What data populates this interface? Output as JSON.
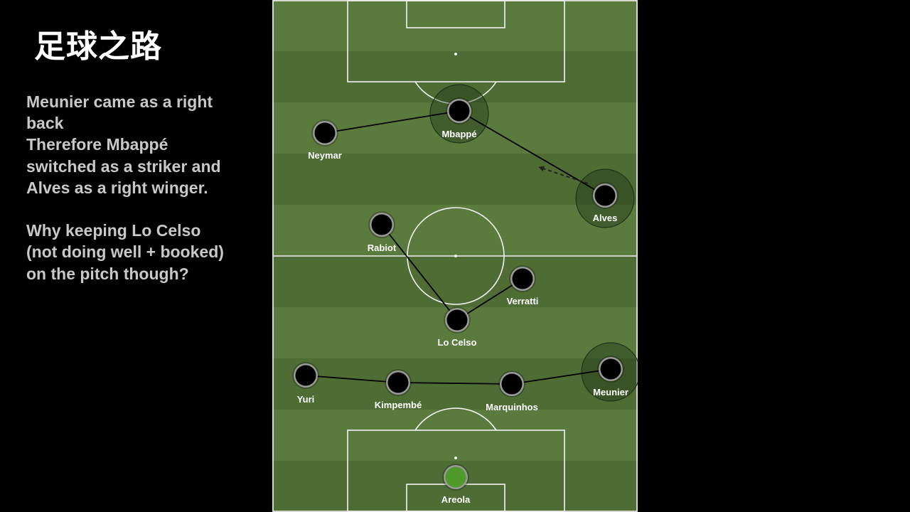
{
  "brand_title": "足球之路",
  "commentary": {
    "lines": [
      "Meunier came as a right",
      "back",
      "Therefore Mbappé",
      "switched as a striker and",
      "Alves as a right winger.",
      "",
      "Why keeping Lo Celso",
      "(not doing well + booked)",
      "on the pitch though?"
    ]
  },
  "colors": {
    "background": "#000000",
    "pitch_light": "#5b7a3e",
    "pitch_dark": "#4f6c35",
    "pitch_lines": "#f2f2f2",
    "player_fill": "#000000",
    "player_ring": "#9a9a9a",
    "goalkeeper_fill": "#4f9a2a",
    "highlight_ring": "#1f3318",
    "connector": "#000000",
    "commentary_text": "#c8c8c8"
  },
  "players": [
    {
      "id": "mbappe",
      "name": "Mbappé",
      "highlighted": true
    },
    {
      "id": "neymar",
      "name": "Neymar",
      "highlighted": false
    },
    {
      "id": "alves",
      "name": "Alves",
      "highlighted": true
    },
    {
      "id": "rabiot",
      "name": "Rabiot",
      "highlighted": false
    },
    {
      "id": "verratti",
      "name": "Verratti",
      "highlighted": false
    },
    {
      "id": "lo-celso",
      "name": "Lo Celso",
      "highlighted": false
    },
    {
      "id": "yuri",
      "name": "Yuri",
      "highlighted": false
    },
    {
      "id": "kimpembe",
      "name": "Kimpembé",
      "highlighted": false
    },
    {
      "id": "marquinhos",
      "name": "Marquinhos",
      "highlighted": false
    },
    {
      "id": "meunier",
      "name": "Meunier",
      "highlighted": true
    },
    {
      "id": "areola",
      "name": "Areola",
      "highlighted": false,
      "goalkeeper": true
    }
  ],
  "movement": {
    "from": "alves",
    "direction": "up-left",
    "style": "dashed-arrow"
  }
}
